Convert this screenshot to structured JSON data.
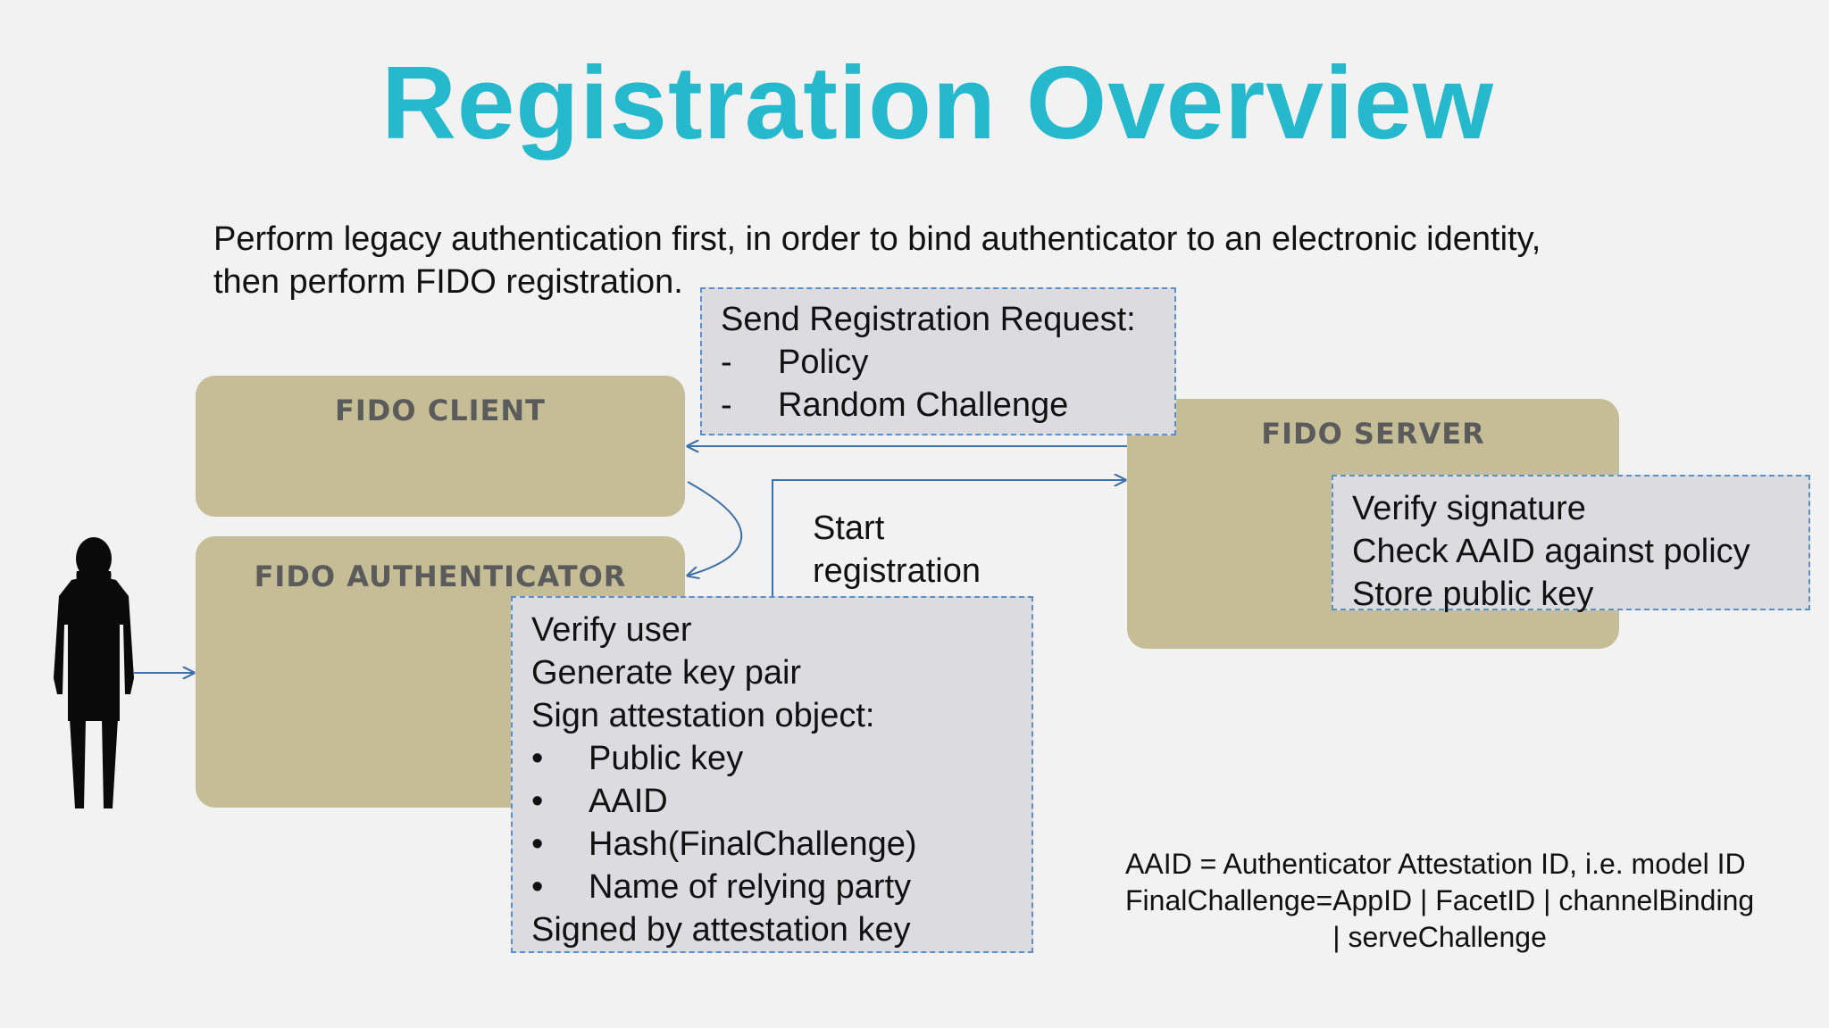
{
  "title": "Registration Overview",
  "intro": {
    "line1": "Perform legacy authentication first, in order to bind authenticator to an electronic identity,",
    "line2": "then perform FIDO registration."
  },
  "client": {
    "title": "FIDO CLIENT"
  },
  "authenticator": {
    "title": "FIDO AUTHENTICATOR"
  },
  "server": {
    "title": "FIDO SERVER"
  },
  "request_note": {
    "heading": "Send Registration Request:",
    "items": [
      {
        "marker": "-",
        "text": "Policy"
      },
      {
        "marker": "-",
        "text": "Random Challenge"
      }
    ]
  },
  "start_label": {
    "line1": "Start",
    "line2": "registration"
  },
  "server_note": {
    "lines": [
      "Verify signature",
      "Check AAID against policy",
      "Store public key"
    ]
  },
  "auth_note": {
    "lines": [
      "Verify user",
      "Generate key pair",
      "Sign attestation object:"
    ],
    "bullets": [
      "Public key",
      "AAID",
      "Hash(FinalChallenge)",
      "Name of relying party"
    ],
    "bullet_marker": "•",
    "footer": "Signed by attestation key"
  },
  "footnote": {
    "line1": "AAID = Authenticator Attestation ID, i.e. model ID",
    "line2": "FinalChallenge=AppID | FacetID | channelBinding",
    "line3": "| serveChallenge"
  },
  "colors": {
    "title": "#26b8cc",
    "box": "#c4bd96",
    "note_bg": "#dcdbdf",
    "note_border": "#5b8fc7",
    "arrow": "#3d6fa8"
  }
}
